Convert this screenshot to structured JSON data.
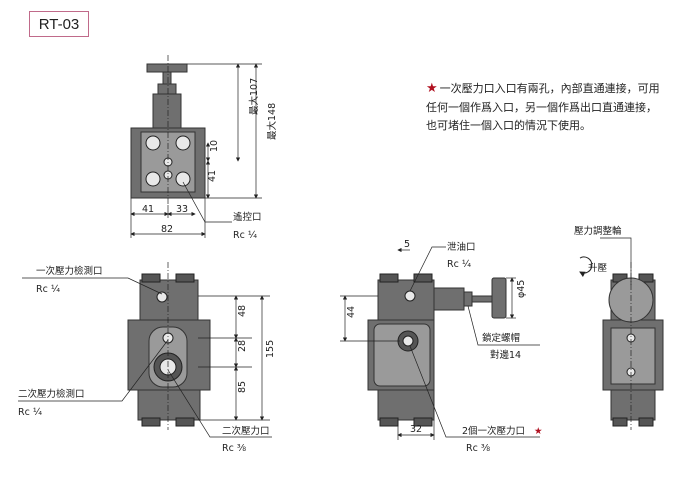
{
  "model": "RT-03",
  "note": {
    "star": "★",
    "text": "一次壓力口入口有兩孔，內部直通連接，可用任何一個作爲入口，另一個作爲出口直通連接，也可堵住一個入口的情況下使用。"
  },
  "top_view": {
    "dim_max107": "最大107",
    "dim_max148": "最大148",
    "dim_10": "10",
    "dim_41_vert": "41",
    "dim_41": "41",
    "dim_33": "33",
    "dim_82": "82",
    "label_remote": "遙控口",
    "label_remote_rc": "Rc ¼"
  },
  "front_view": {
    "label_primary_gauge": "一次壓力檢測口",
    "label_primary_gauge_rc": "Rc ¼",
    "label_secondary_gauge": "二次壓力檢測口",
    "label_secondary_gauge_rc": "Rc ¼",
    "label_secondary_port": "二次壓力口",
    "label_secondary_port_rc": "Rc ⅜",
    "dim_48": "48",
    "dim_28": "28",
    "dim_85": "85",
    "dim_155": "155"
  },
  "side_view": {
    "label_drain": "泄油口",
    "label_drain_rc": "Rc ¼",
    "dim_5": "5",
    "dim_phi45": "φ45",
    "dim_44": "44",
    "label_locknut": "鎖定螺帽",
    "label_locknut_size": "對邊14",
    "dim_32": "32",
    "label_two_primary": "2個一次壓力口",
    "label_two_primary_star": "★",
    "label_two_primary_rc": "Rc ⅜"
  },
  "rear_view": {
    "label_pressure_knob": "壓力調整輪",
    "label_raise": "升壓"
  }
}
